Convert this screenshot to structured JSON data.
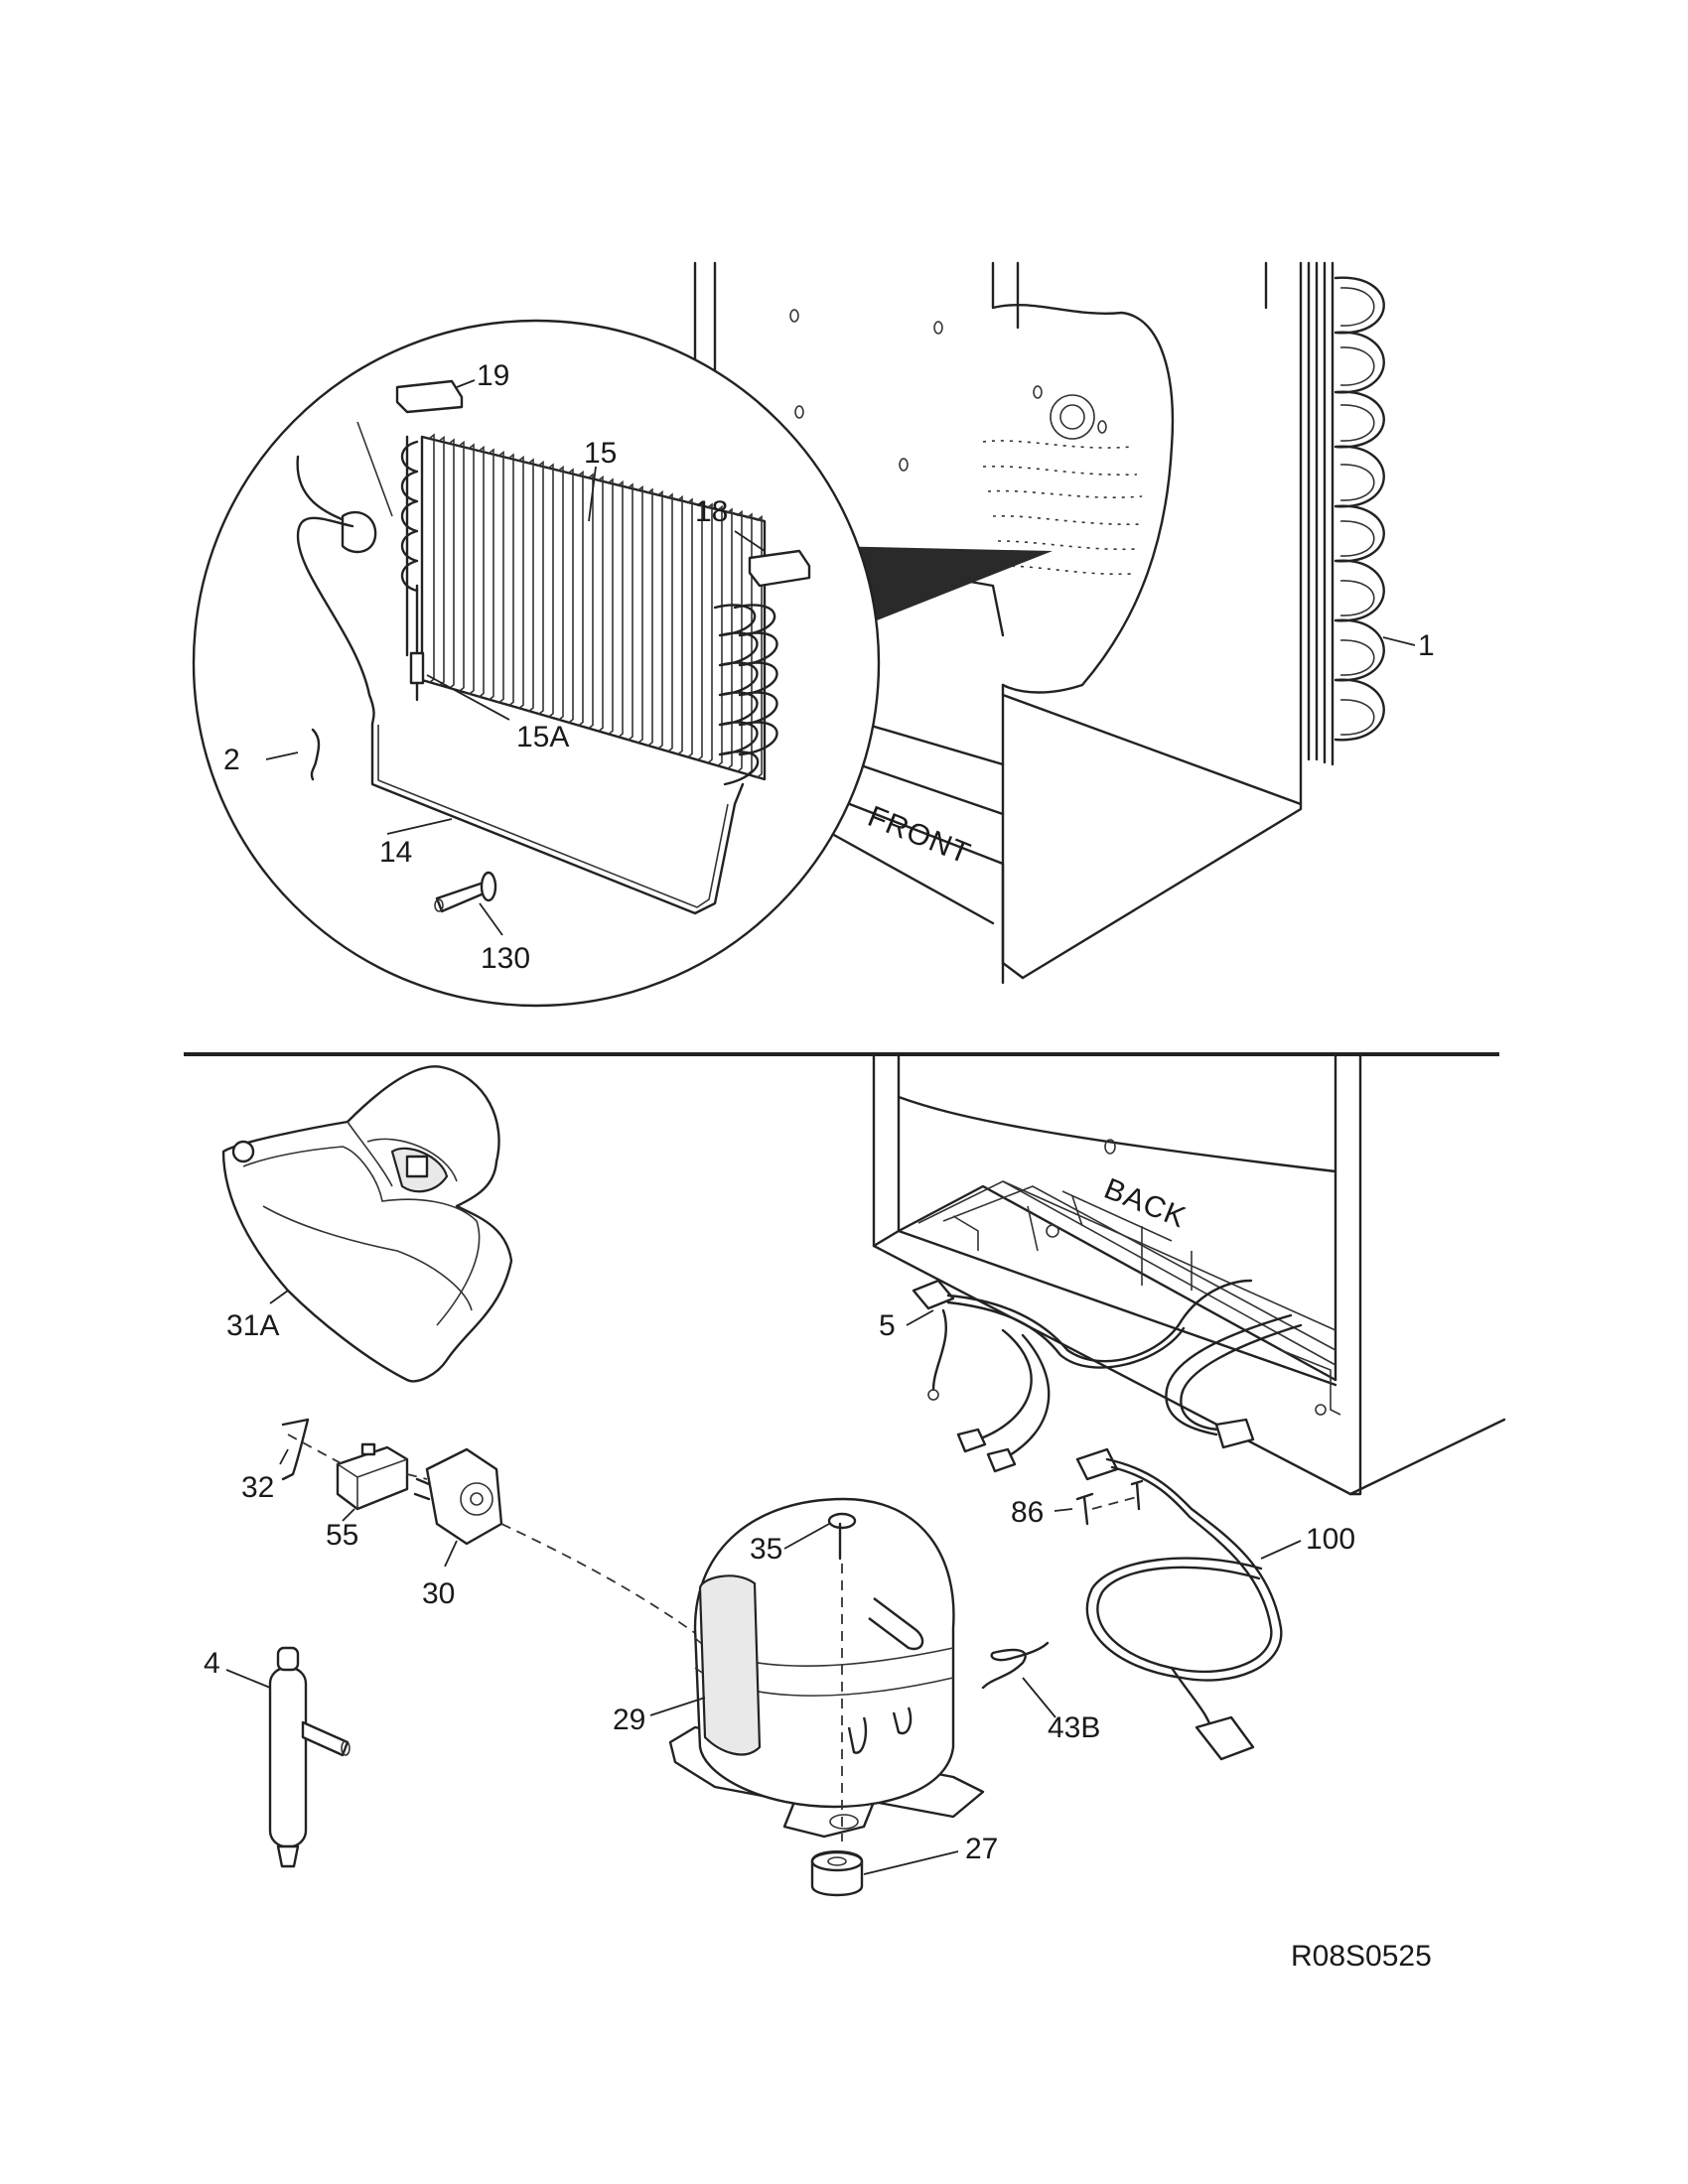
{
  "drawing_id": "R08S0525",
  "views": {
    "front_label": "FRONT",
    "back_label": "BACK"
  },
  "callouts": {
    "p19": "19",
    "p15": "15",
    "p18": "18",
    "p15a": "15A",
    "p2": "2",
    "p14": "14",
    "p130": "130",
    "p1": "1",
    "p31a": "31A",
    "p32": "32",
    "p55": "55",
    "p30": "30",
    "p5": "5",
    "p86": "86",
    "p100": "100",
    "p35": "35",
    "p29": "29",
    "p43b": "43B",
    "p4": "4",
    "p27": "27"
  }
}
